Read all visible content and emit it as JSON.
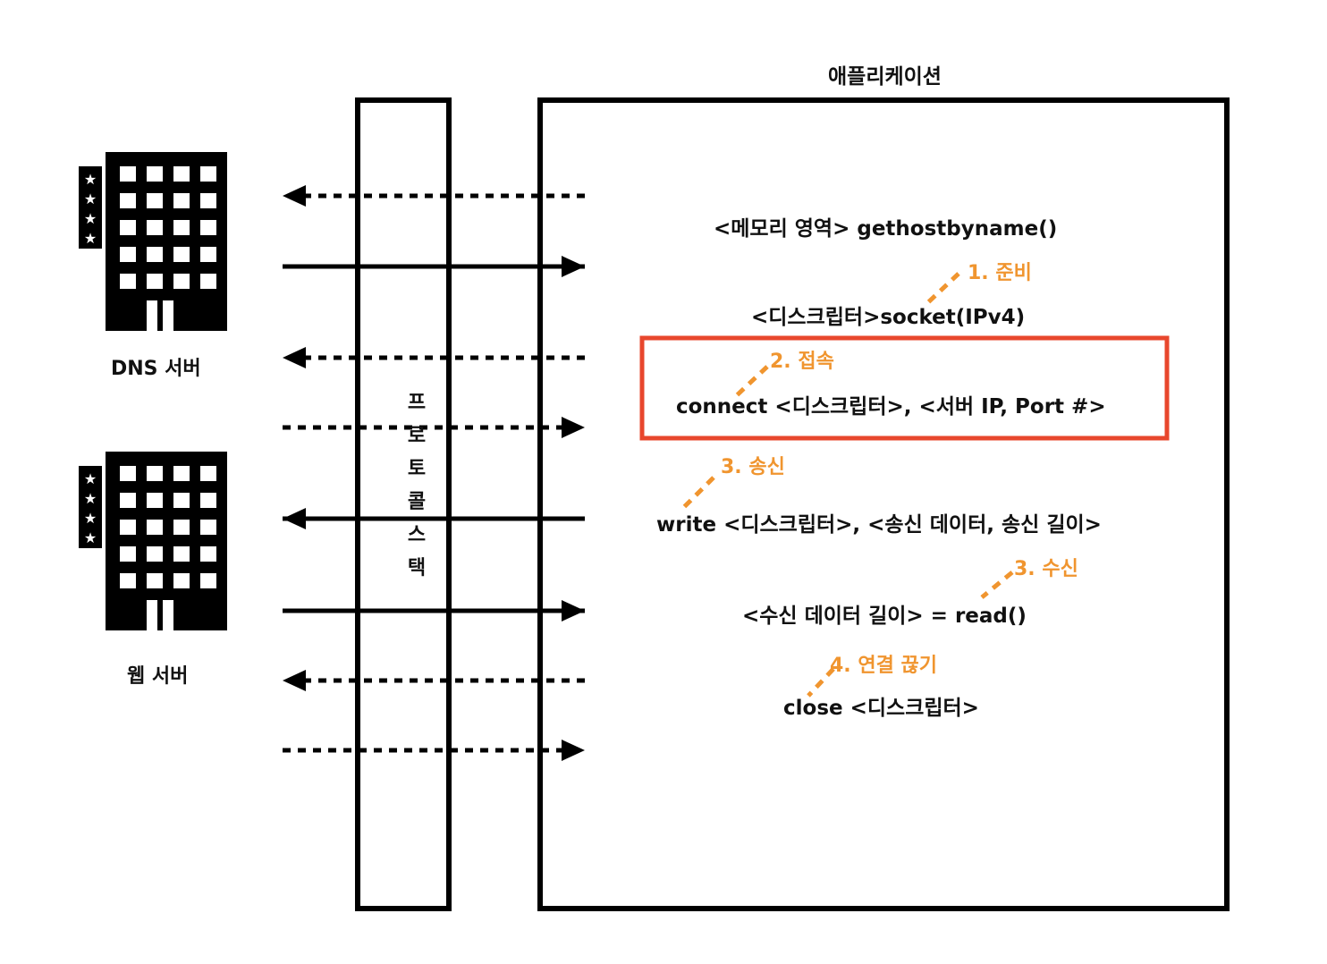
{
  "application_title": "애플리케이션",
  "protocol_stack_label": [
    "프",
    "로",
    "토",
    "콜",
    "스",
    "택"
  ],
  "servers": {
    "dns": "DNS 서버",
    "web": "웹 서버",
    "star_glyph": "★"
  },
  "code_lines": {
    "gethostbyname": "<메모리 영역> gethostbyname()",
    "socket": "<디스크립터>socket(IPv4)",
    "connect": "connect <디스크립터>, <서버 IP, Port #>",
    "write": "write <디스크립터>, <송신 데이터, 송신 길이>",
    "read": "<수신 데이터 길이> = read()",
    "close": "close <디스크립터>"
  },
  "steps": {
    "prepare": "1. 준비",
    "connect": "2. 접속",
    "send": "3. 송신",
    "receive": "3. 수신",
    "disconnect": "4. 연결 끊기"
  },
  "colors": {
    "line": "#000000",
    "step_accent": "#f0952f",
    "highlight_box": "#e8472d"
  }
}
